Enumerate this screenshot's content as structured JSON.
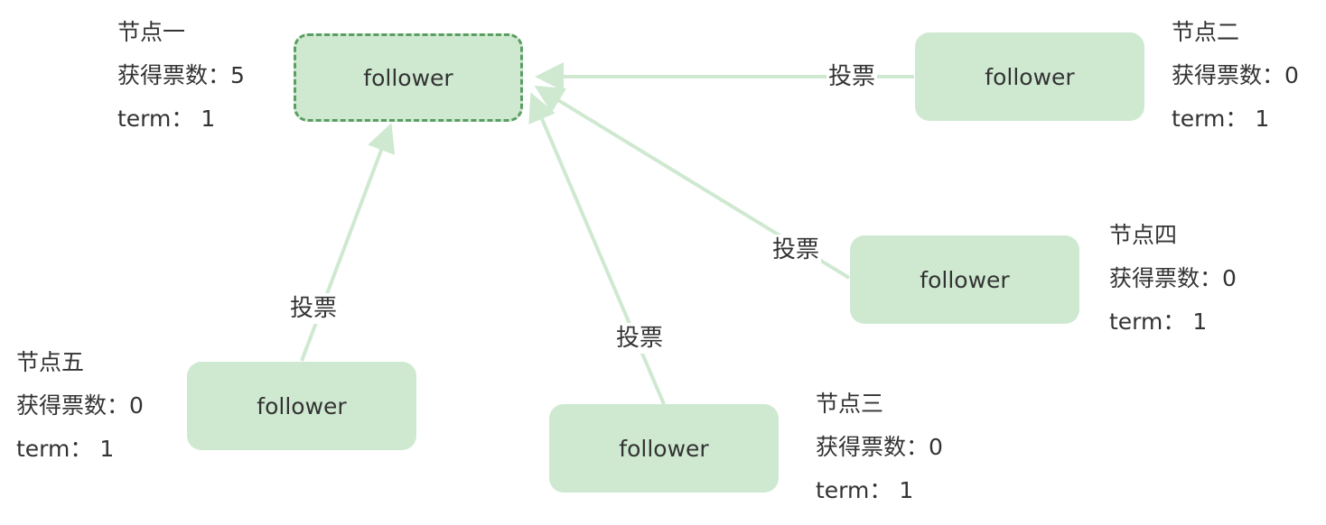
{
  "colors": {
    "node_fill": "#cfe9d1",
    "candidate_border": "#5a9e62",
    "edge": "#cfe9d1",
    "text": "#333333"
  },
  "nodes": [
    {
      "id": "n1",
      "role": "follower",
      "name": "节点一",
      "votes_label": "获得票数：5",
      "term_label": "term： 1",
      "style": "dashed"
    },
    {
      "id": "n2",
      "role": "follower",
      "name": "节点二",
      "votes_label": "获得票数：0",
      "term_label": "term： 1",
      "style": "solid"
    },
    {
      "id": "n3",
      "role": "follower",
      "name": "节点三",
      "votes_label": "获得票数：0",
      "term_label": "term： 1",
      "style": "solid"
    },
    {
      "id": "n4",
      "role": "follower",
      "name": "节点四",
      "votes_label": "获得票数：0",
      "term_label": "term： 1",
      "style": "solid"
    },
    {
      "id": "n5",
      "role": "follower",
      "name": "节点五",
      "votes_label": "获得票数：0",
      "term_label": "term： 1",
      "style": "solid"
    }
  ],
  "edges": [
    {
      "from": "n2",
      "to": "n1",
      "label": "投票"
    },
    {
      "from": "n4",
      "to": "n1",
      "label": "投票"
    },
    {
      "from": "n3",
      "to": "n1",
      "label": "投票"
    },
    {
      "from": "n5",
      "to": "n1",
      "label": "投票"
    }
  ]
}
